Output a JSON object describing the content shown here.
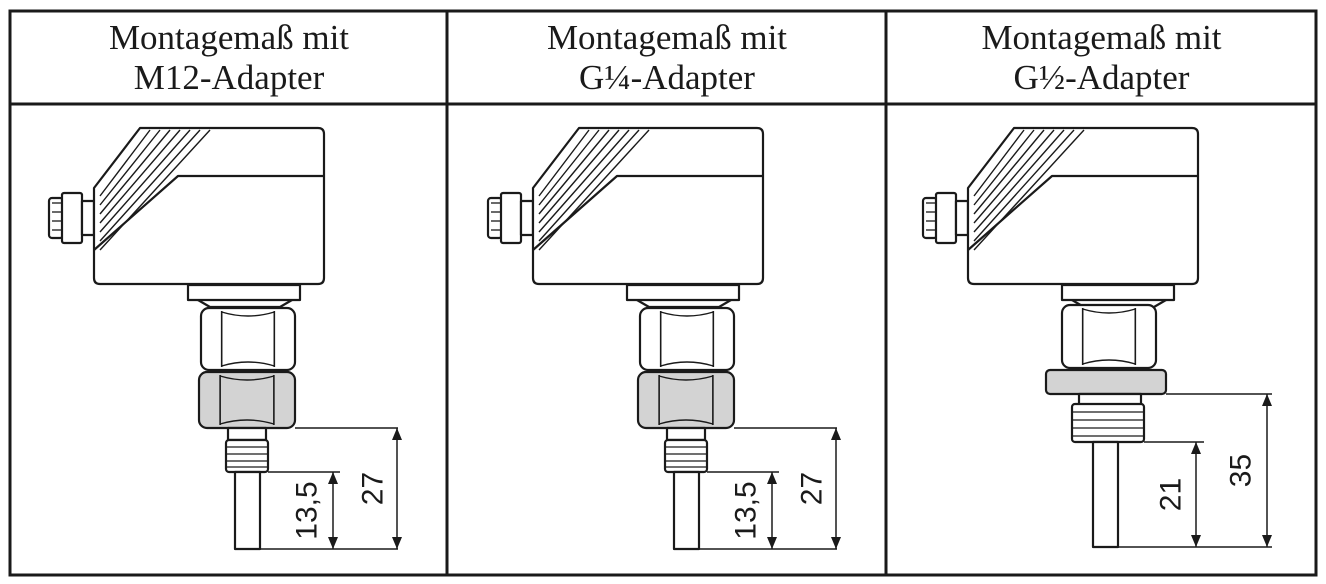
{
  "columns": [
    {
      "header_line1": "Montagemaß mit",
      "header_line2": "M12-Adapter",
      "variant": "m12",
      "dims": [
        "13,5",
        "27"
      ]
    },
    {
      "header_line1": "Montagemaß mit",
      "header_line2": "G¼-Adapter",
      "variant": "g14",
      "dims": [
        "13,5",
        "27"
      ]
    },
    {
      "header_line1": "Montagemaß mit",
      "header_line2": "G½-Adapter",
      "variant": "g12",
      "dims": [
        "21",
        "35"
      ]
    }
  ],
  "colors": {
    "line": "#1a1a1a",
    "adapter_fill": "#d3d3d3",
    "background": "#ffffff"
  }
}
